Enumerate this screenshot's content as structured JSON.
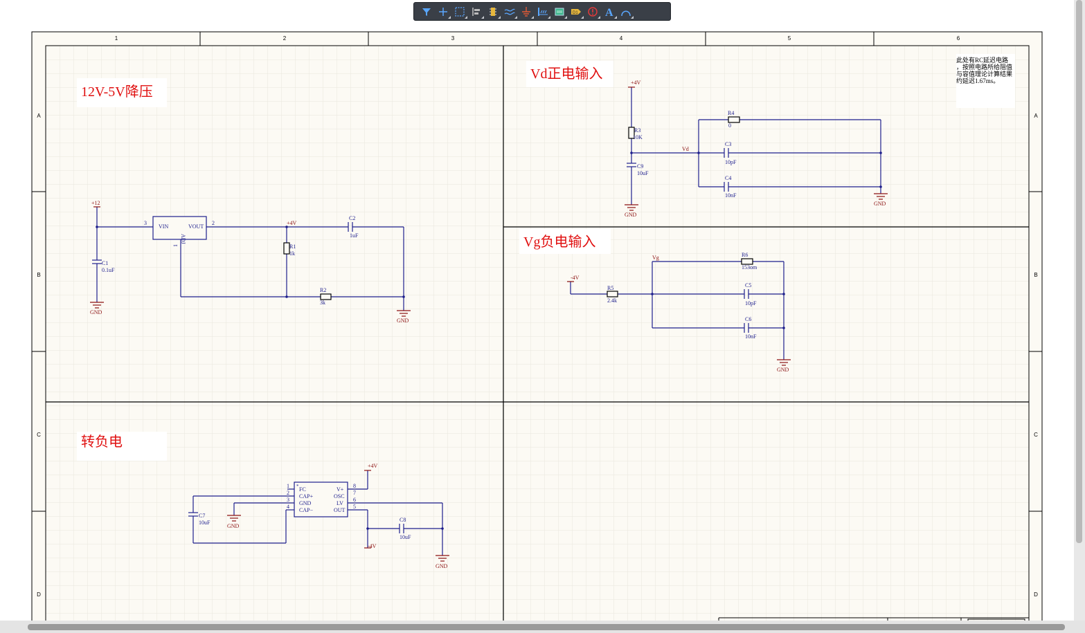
{
  "toolbar": {
    "buttons": [
      {
        "name": "filter-icon"
      },
      {
        "name": "crosshair-icon"
      },
      {
        "name": "select-rect-icon"
      },
      {
        "name": "align-icon"
      },
      {
        "name": "component-icon"
      },
      {
        "name": "wire-icon"
      },
      {
        "name": "ground-icon"
      },
      {
        "name": "bus-icon"
      },
      {
        "name": "sheet-symbol-icon"
      },
      {
        "name": "port-icon"
      },
      {
        "name": "probe-icon"
      },
      {
        "name": "text-icon"
      },
      {
        "name": "arc-icon"
      }
    ],
    "text_glyph": "A"
  },
  "frame": {
    "col_labels": [
      "1",
      "2",
      "3",
      "4",
      "5",
      "6"
    ],
    "row_labels": [
      "A",
      "B",
      "C",
      "D"
    ]
  },
  "titles": {
    "buck": "12V-5V降压",
    "vd": "Vd正电输入",
    "vg": "Vg负电输入",
    "neg": "转负电"
  },
  "note": {
    "line1": "此处有RC延迟电路",
    "line2": "，按照电路所给阻值",
    "line3": "与容值理论计算结果",
    "line4": "约延迟1.67ms。"
  },
  "buck": {
    "vin_net": "+12",
    "c1_ref": "C1",
    "c1_val": "0.1uF",
    "gnd1": "GND",
    "u_vin": "VIN",
    "u_adj": "ADJ",
    "u_vout": "VOUT",
    "pin3": "3",
    "pin2": "2",
    "pin1": "1",
    "vout_net": "+4V",
    "r1_ref": "R1",
    "r1_val": "1k",
    "c2_ref": "C2",
    "c2_val": "1uF",
    "r2_ref": "R2",
    "r2_val": "3k",
    "gnd2": "GND"
  },
  "vd": {
    "net_top": "+4V",
    "r3_ref": "R3",
    "r3_val": "10K",
    "c9_ref": "C9",
    "c9_val": "10uF",
    "gnd_l": "GND",
    "net_vd": "Vd",
    "r4_ref": "R4",
    "r4_val": "0",
    "c3_ref": "C3",
    "c3_val": "10pF",
    "c4_ref": "C4",
    "c4_val": "10nF",
    "gnd_r": "GND"
  },
  "vg": {
    "net_in": "-4V",
    "r5_ref": "R5",
    "r5_val": "2.4k",
    "net_vg": "Vg",
    "r6_ref": "R6",
    "r6_val": "153om",
    "c5_ref": "C5",
    "c5_val": "10pF",
    "c6_ref": "C6",
    "c6_val": "10nF",
    "gnd": "GND"
  },
  "neg": {
    "c7_ref": "C7",
    "c7_val": "10uF",
    "gnd_l": "GND",
    "pins_l": [
      "1",
      "2",
      "3",
      "4"
    ],
    "pins_r": [
      "8",
      "7",
      "6",
      "5"
    ],
    "u_l": [
      "FC",
      "CAP+",
      "GND",
      "CAP−"
    ],
    "u_r": [
      "V+",
      "OSC",
      "LV",
      "OUT"
    ],
    "net_pos": "+4V",
    "net_neg": "-4V",
    "c8_ref": "C8",
    "c8_val": "10uF",
    "gnd_r": "GND"
  },
  "colors": {
    "wire": "#1d1e8c",
    "title_red": "#e01010",
    "net_red": "#8b1010",
    "paper": "#fcfaf4",
    "grid": "#e8e6df",
    "frame": "#000000"
  }
}
